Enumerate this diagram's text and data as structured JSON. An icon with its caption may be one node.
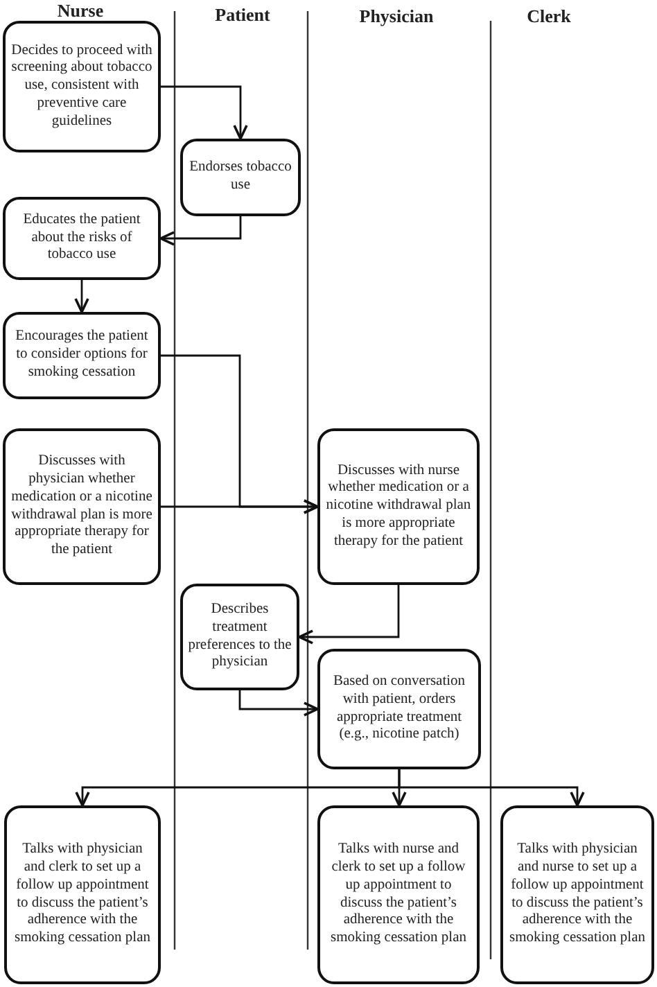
{
  "diagram": {
    "nodes": [
      {
        "text": [
          "Decides to proceed with screening about tobacco use, consistent with preventive care guidelines"
        ]
      },
      {
        "text": [
          "Endorses tobacco use"
        ]
      },
      {
        "text": [
          "Educates the patient about the risks of tobacco use"
        ]
      },
      {
        "text": [
          "Encourages the patient to consider options for smoking cessation"
        ]
      },
      {
        "text": [
          "Discusses with physician whether medication or a nicotine withdrawal plan is more appropriate therapy for the patient"
        ]
      },
      {
        "text": [
          "Discusses with nurse whether medication or a nicotine withdrawal plan is more appropriate therapy for the patient"
        ]
      },
      {
        "text": [
          "Describes treatment preferences to the physician"
        ]
      },
      {
        "text": [
          "Based on conversation with patient, orders appropriate treatment (e.g., nicotine patch)"
        ]
      },
      {
        "text": [
          "Talks with physician and clerk to set up a follow up appointment to discuss the patient’s adherence with the smoking cessation plan"
        ]
      },
      {
        "text": [
          "Talks with nurse and clerk to set up a follow up appointment to discuss the patient’s adherence with the smoking cessation plan"
        ]
      },
      {
        "text": [
          "Talks with physician and nurse to set up a follow up appointment to discuss the patient’s adherence with the smoking cessation plan"
        ]
      }
    ],
    "edges": [
      {
        "from": 0,
        "to": 1,
        "arrow": "to"
      },
      {
        "from": 1,
        "to": 2,
        "arrow": "to"
      },
      {
        "from": 2,
        "to": 3,
        "arrow": "to"
      },
      {
        "from": 3,
        "to": 5,
        "arrow": "to"
      },
      {
        "from": 4,
        "to": 5,
        "arrow": "to"
      },
      {
        "from": 5,
        "to": 6,
        "arrow": "to"
      },
      {
        "from": 6,
        "to": 7,
        "arrow": "to"
      },
      {
        "from": 7,
        "to": 8,
        "arrow": "to"
      },
      {
        "from": 7,
        "to": 9,
        "arrow": "to"
      },
      {
        "from": 7,
        "to": 10,
        "arrow": "to"
      }
    ],
    "labels": [
      "Nurse",
      "Patient",
      "Physician",
      "Clerk"
    ]
  }
}
